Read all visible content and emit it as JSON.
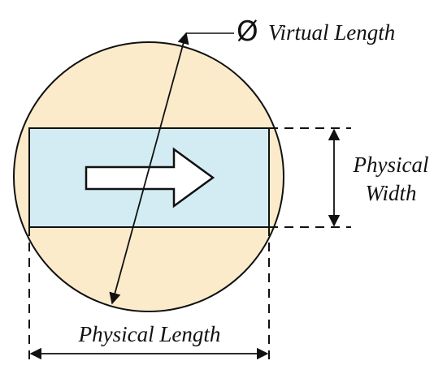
{
  "labels": {
    "diameter_symbol": "Ø",
    "virtual_length": "Virtual Length",
    "physical_width_line1": "Physical",
    "physical_width_line2": "Width",
    "physical_length": "Physical Length"
  },
  "colors": {
    "circle_fill": "#FCEBCB",
    "rectangle_fill": "#D3ECF3",
    "arrow_fill": "#FFFFFF",
    "stroke": "#111111"
  },
  "icons": {
    "direction_arrow": "right-arrow-icon"
  }
}
